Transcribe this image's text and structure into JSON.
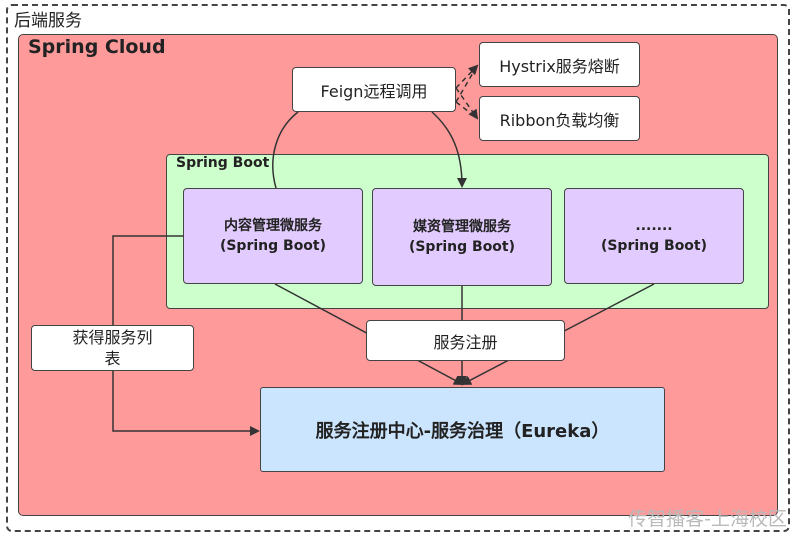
{
  "outer_title": "后端服务",
  "spring_cloud_title": "Spring Cloud",
  "spring_boot_title": "Spring Boot",
  "feign_label": "Feign远程调用",
  "hystrix_label": "Hystrix服务熔断",
  "ribbon_label": "Ribbon负载均衡",
  "services": [
    {
      "name": "内容管理微服务",
      "sub": "(Spring Boot)"
    },
    {
      "name": "媒资管理微服务",
      "sub": "(Spring Boot)"
    },
    {
      "name": ".......",
      "sub": "(Spring Boot)"
    }
  ],
  "register_label": "服务注册",
  "get_list_label": "获得服务列表",
  "eureka_label": "服务注册中心-服务治理（Eureka）",
  "watermark": "传智播客-上海校区"
}
